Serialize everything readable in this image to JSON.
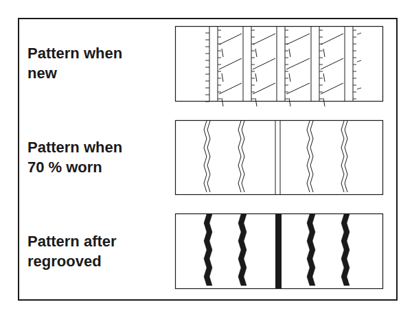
{
  "diagram": {
    "labels": [
      "Pattern when new",
      "Pattern when 70 % worn",
      "Pattern after regrooved"
    ]
  }
}
